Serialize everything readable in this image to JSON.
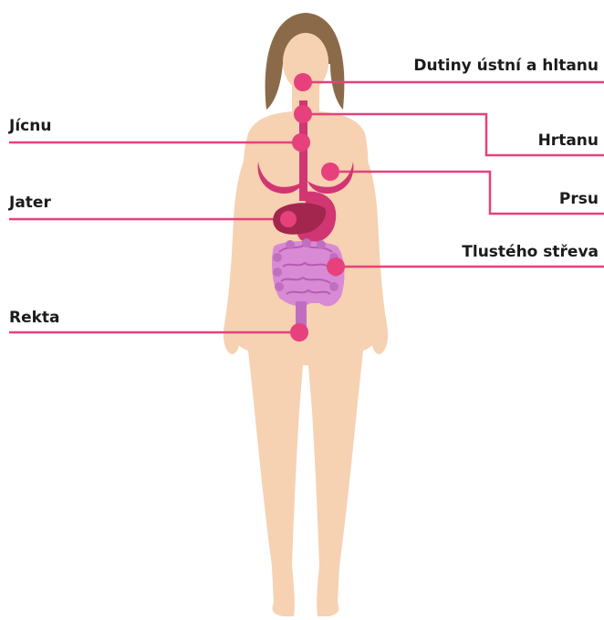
{
  "colors": {
    "background": "#ffffff",
    "skin": "#f6d1b2",
    "hair": "#8b6a4a",
    "accent": "#e6417c",
    "organ": "#d13673",
    "liver": "#a3264e",
    "intestine": "#d98ad4",
    "rectum": "#c06fc0",
    "label_text": "#1b1b1b"
  },
  "labels": {
    "left": [
      "Jícnu",
      "Jater",
      "Rekta"
    ],
    "right": [
      "Dutiny ústní a hltanu",
      "Hrtanu",
      "Prsu",
      "Tlustého střeva"
    ]
  },
  "icons": [
    "female-body-figure",
    "liver-icon",
    "intestine-icon",
    "breast-icon",
    "esophagus-icon"
  ]
}
